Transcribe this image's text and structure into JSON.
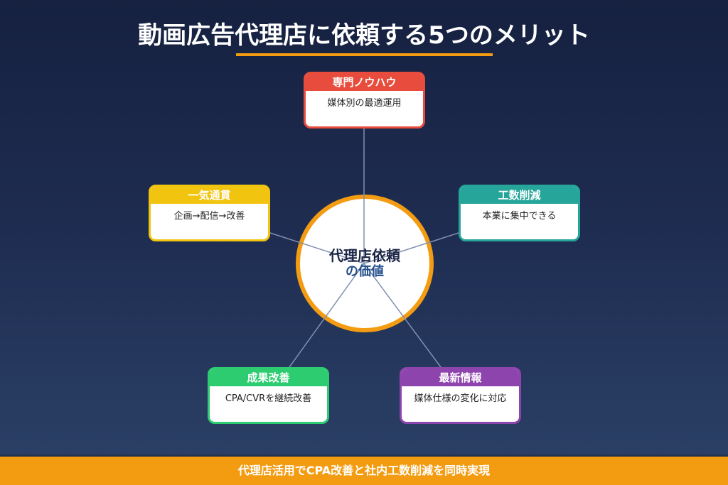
{
  "title": "動画広告代理店に依頼する5つのメリット",
  "colors": {
    "background_top": "#162140",
    "background_bottom": "#2c4268",
    "accent": "#f39c12",
    "connector": "#8090b0"
  },
  "hub": {
    "line1": "代理店依頼",
    "line2": "の価値"
  },
  "cards": [
    {
      "id": "expertise",
      "title": "専門ノウハウ",
      "body": "媒体別の最適運用",
      "color": "#e74c3c"
    },
    {
      "id": "man-hours",
      "title": "工数削減",
      "body": "本業に集中できる",
      "color": "#26a69a"
    },
    {
      "id": "latest-info",
      "title": "最新情報",
      "body": "媒体仕様の変化に対応",
      "color": "#8e44ad"
    },
    {
      "id": "results",
      "title": "成果改善",
      "body": "CPA/CVRを継続改善",
      "color": "#2ecc71"
    },
    {
      "id": "end-to-end",
      "title": "一気通貫",
      "body": "企画→配信→改善",
      "color": "#f1c40f"
    }
  ],
  "footer": "代理店活用でCPA改善と社内工数削減を同時実現"
}
